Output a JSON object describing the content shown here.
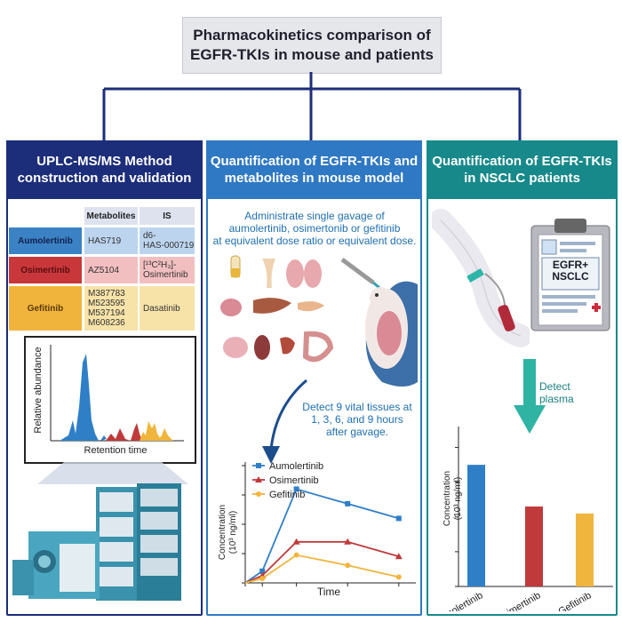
{
  "title": "Pharmacokinetics comparison of\nEGFR-TKIs in mouse and patients",
  "panels": {
    "left": {
      "header": "UPLC-MS/MS Method\nconstruction and validation",
      "table": {
        "headers": [
          "Metabolites",
          "IS"
        ],
        "rows": [
          {
            "drug": "Aumolertinib",
            "metabolites": "HAS719",
            "is": "d6-\nHAS-000719",
            "color": "#3a82c4",
            "cell_color": "#bcd4ee"
          },
          {
            "drug": "Osimertinib",
            "metabolites": "AZ5104",
            "is": "[¹³C²H₃]-\nOsimertinib",
            "color": "#c8373a",
            "cell_color": "#f2bfc0"
          },
          {
            "drug": "Gefitinib",
            "metabolites": "M387783\nM523595\nM537194\nM608236",
            "is": "Dasatinib",
            "color": "#f0b43c",
            "cell_color": "#f7e3a8"
          }
        ]
      },
      "chromatogram": {
        "ylabel": "Relative abundance",
        "xlabel": "Retention time"
      }
    },
    "middle": {
      "header": "Quantification of EGFR-TKIs and\nmetabolites in mouse model",
      "administration_text": "Administrate single gavage of\naumolertinib, osimertonib or gefitinib\nat equivalent dose ratio or equivalent dose.",
      "detect_text": "Detect 9 vital tissues at\n1, 3, 6, and 9 hours\nafter gavage."
    },
    "right": {
      "header": "Quantification of EGFR-TKIs\nin NSCLC patients",
      "clipboard_text": "EGFR+\nNSCLC",
      "detect_text": "Detect\nplasma"
    }
  },
  "colors": {
    "navy": "#1c2d7a",
    "blue": "#2f78c4",
    "teal": "#17898a",
    "aumolertinib": "#2f7fc7",
    "osimertinib": "#c0393b",
    "gefitinib": "#f0b53c"
  },
  "chart_data": [
    {
      "type": "line",
      "xlabel": "Time",
      "ylabel": "Concentration\n(10³ ng/ml)",
      "x": [
        0,
        1,
        3,
        6,
        9
      ],
      "series": [
        {
          "name": "Aumolertinib",
          "values": [
            0,
            0.4,
            3.2,
            2.7,
            2.2
          ]
        },
        {
          "name": "Osimertinib",
          "values": [
            0,
            0.25,
            1.4,
            1.4,
            0.9
          ]
        },
        {
          "name": "Gefitinib",
          "values": [
            0,
            0.15,
            0.95,
            0.6,
            0.2
          ]
        }
      ]
    },
    {
      "type": "bar",
      "ylabel": "Concentration\n(10³ ng/ml)",
      "categories": [
        "Aumolertinib",
        "Osimertinib",
        "Gefitinib"
      ],
      "values": [
        3.5,
        2.3,
        2.1
      ]
    }
  ]
}
